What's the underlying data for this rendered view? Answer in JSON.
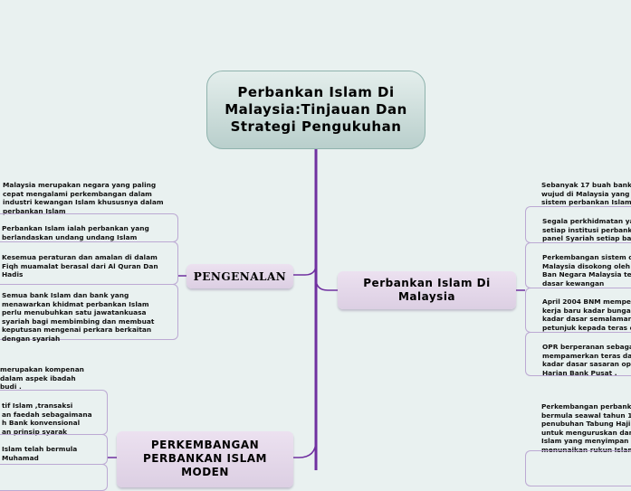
{
  "central": {
    "title": "Perbankan Islam Di Malaysia:Tinjauan Dan Strategi Pengukuhan"
  },
  "colors": {
    "branch": "#7030a0",
    "leaf_border": "#bca9d3",
    "background": "#e9f1f0",
    "topic_fill": "#e4d8ea"
  },
  "topics": [
    {
      "label": "PENGENALAN",
      "leaves": [
        "Malaysia merupakan negara yang paling cepat mengalami perkembangan dalam industri kewangan Islam khususnya dalam perbankan Islam",
        "Perbankan Islam ialah perbankan yang berlandaskan undang undang Islam",
        "Kesemua peraturan dan amalan di dalam Fiqh muamalat berasal dari Al Quran Dan Hadis",
        "Semua bank Islam dan bank yang menawarkan khidmat perbankan Islam perlu menubuhkan satu jawatankuasa syariah bagi membimbing dan membuat keputusan mengenai perkara berkaitan dengan syariah"
      ]
    },
    {
      "label": "Perbankan Islam Di Malaysia",
      "leaves": [
        [
          "Sebanyak 17 buah bank I",
          "wujud di Malaysia yang b",
          "sistem perbankan Islam"
        ],
        [
          "Segala perkhidmatan yan",
          "setiap institusi perbankan",
          "panel Syariah setiap bank"
        ],
        [
          "Perkembangan sistem dw",
          "Malaysia disokong oleh p",
          "Ban Negara Malaysia teru",
          "dasar kewangan"
        ],
        [
          "April 2004 BNM memperk",
          "kerja baru kadar bunga la",
          "kadar dasar semalaman (",
          "petunjuk kepada teras da"
        ],
        [
          "OPR berperanan sebagai",
          "mempamerkan teras dasa",
          "kadar dasar sasaran oper",
          "Harian Bank Pusat ."
        ]
      ]
    },
    {
      "label": "PERKEMBANGAN PERBANKAN ISLAM MODEN",
      "leaves": [
        [
          "merupakan kompenan",
          "dalam aspek ibadah",
          "budi ."
        ],
        [
          "tif Islam ,transaksi",
          "an faedah sebagaimana",
          "h Bank konvensional",
          "an prinsip syarak"
        ],
        [
          "Islam telah bermula",
          "Muhamad"
        ]
      ]
    },
    {
      "label": "",
      "leaves": [
        [
          "Perkembangan perbanka",
          "bermula seawal tahun 19",
          "penubuhan Tabung Haji y",
          "untuk menguruskan dana",
          "Islam yang menyimpan b",
          "menunaikan rukun Islam"
        ]
      ]
    }
  ]
}
